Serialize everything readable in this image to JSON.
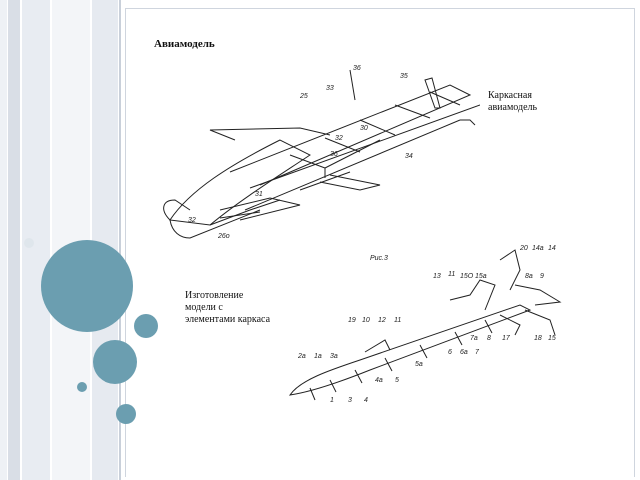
{
  "slide": {
    "title": "Авиамодель",
    "caption_top": "Каркасная авиамодель",
    "caption_bottom": "Изготовление модели с элементами каркаса"
  },
  "drawing_top": {
    "labels": [
      "36",
      "35",
      "33",
      "25",
      "30",
      "32",
      "36",
      "34",
      "31",
      "32",
      "26о"
    ]
  },
  "drawing_bottom": {
    "figure_label": "Рис.3",
    "labels": [
      "20",
      "14а",
      "14",
      "13",
      "11",
      "15О",
      "15а",
      "8а",
      "9",
      "19",
      "10",
      "12",
      "11",
      "7а",
      "8",
      "17",
      "18",
      "15",
      "2а",
      "1а",
      "3а",
      "6",
      "6а",
      "7",
      "5а",
      "4а",
      "5",
      "1",
      "3",
      "4"
    ]
  },
  "colors": {
    "accent": "#6b9eb0",
    "stripe": "#d9dee6"
  }
}
